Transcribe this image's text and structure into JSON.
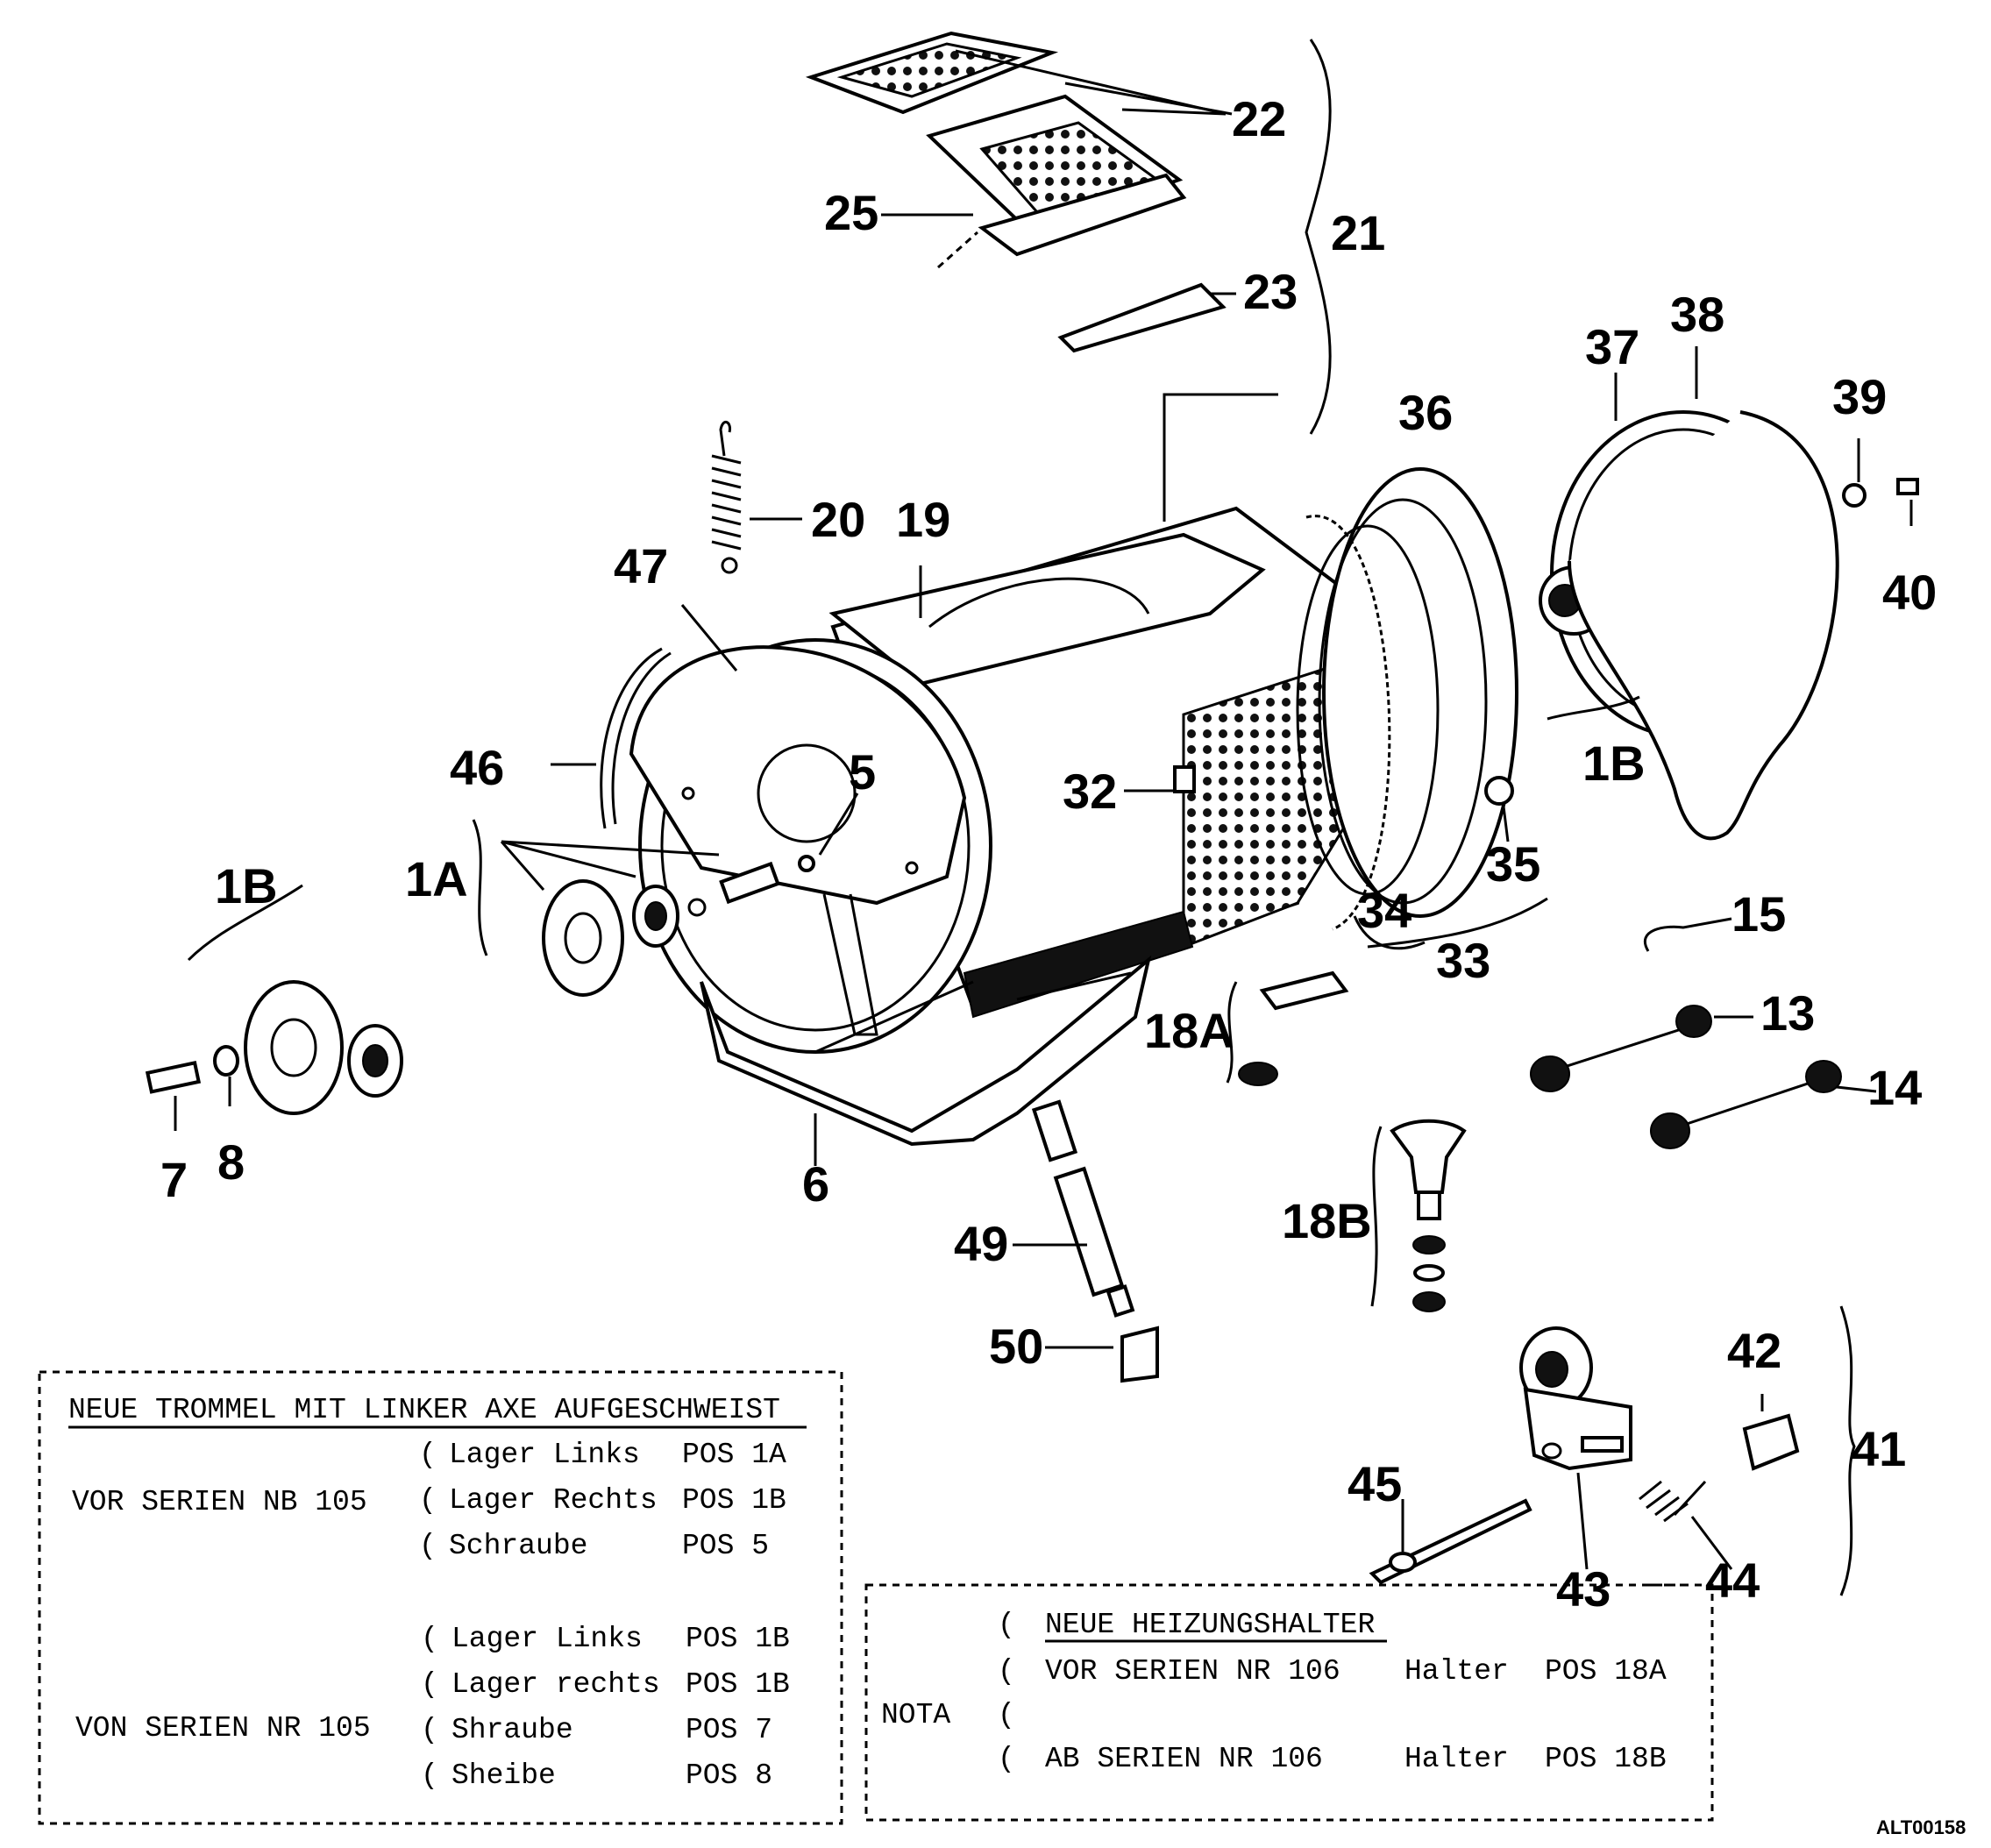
{
  "callouts": {
    "c22": "22",
    "c21": "21",
    "c25": "25",
    "c23": "23",
    "c36": "36",
    "c37": "37",
    "c38": "38",
    "c39": "39",
    "c40": "40",
    "c20": "20",
    "c19": "19",
    "c47": "47",
    "c46": "46",
    "c5": "5",
    "c32": "32",
    "c1B_left": "1B",
    "c1A": "1A",
    "c1B_right": "1B",
    "c35": "35",
    "c34": "34",
    "c33": "33",
    "c15": "15",
    "c13": "13",
    "c14": "14",
    "c18A": "18A",
    "c7": "7",
    "c8": "8",
    "c6": "6",
    "c49": "49",
    "c18B": "18B",
    "c50": "50",
    "c42": "42",
    "c41": "41",
    "c45": "45",
    "c43": "43",
    "c44": "44"
  },
  "notes_left": {
    "title": "NEUE TROMMEL MIT LINKER AXE AUFGESCHWEIST",
    "group1_label": "VOR SERIEN NB 105",
    "group1_rows": [
      {
        "paren": "(",
        "part": "Lager Links",
        "pos": "POS 1A"
      },
      {
        "paren": "(",
        "part": "Lager Rechts",
        "pos": "POS 1B"
      },
      {
        "paren": "(",
        "part": "Schraube",
        "pos": "POS 5"
      }
    ],
    "group2_label": "VON SERIEN NR 105",
    "group2_rows": [
      {
        "paren": "(",
        "part": "Lager Links",
        "pos": "POS 1B"
      },
      {
        "paren": "(",
        "part": "Lager rechts",
        "pos": "POS 1B"
      },
      {
        "paren": "(",
        "part": "Shraube",
        "pos": "POS 7"
      },
      {
        "paren": "(",
        "part": "Sheibe",
        "pos": "POS 8"
      }
    ]
  },
  "notes_right": {
    "label": "NOTA",
    "title": "NEUE HEIZUNGSHALTER",
    "rows": [
      {
        "paren": "(",
        "serial": "VOR SERIEN NR 106",
        "item": "Halter",
        "pos": "POS 18A"
      },
      {
        "paren": "(",
        "serial": "",
        "item": "",
        "pos": ""
      },
      {
        "paren": "(",
        "serial": "AB SERIEN NR 106",
        "item": "Halter",
        "pos": "POS 18B"
      }
    ],
    "paren_top": "("
  },
  "drawing_id": "ALT00158"
}
